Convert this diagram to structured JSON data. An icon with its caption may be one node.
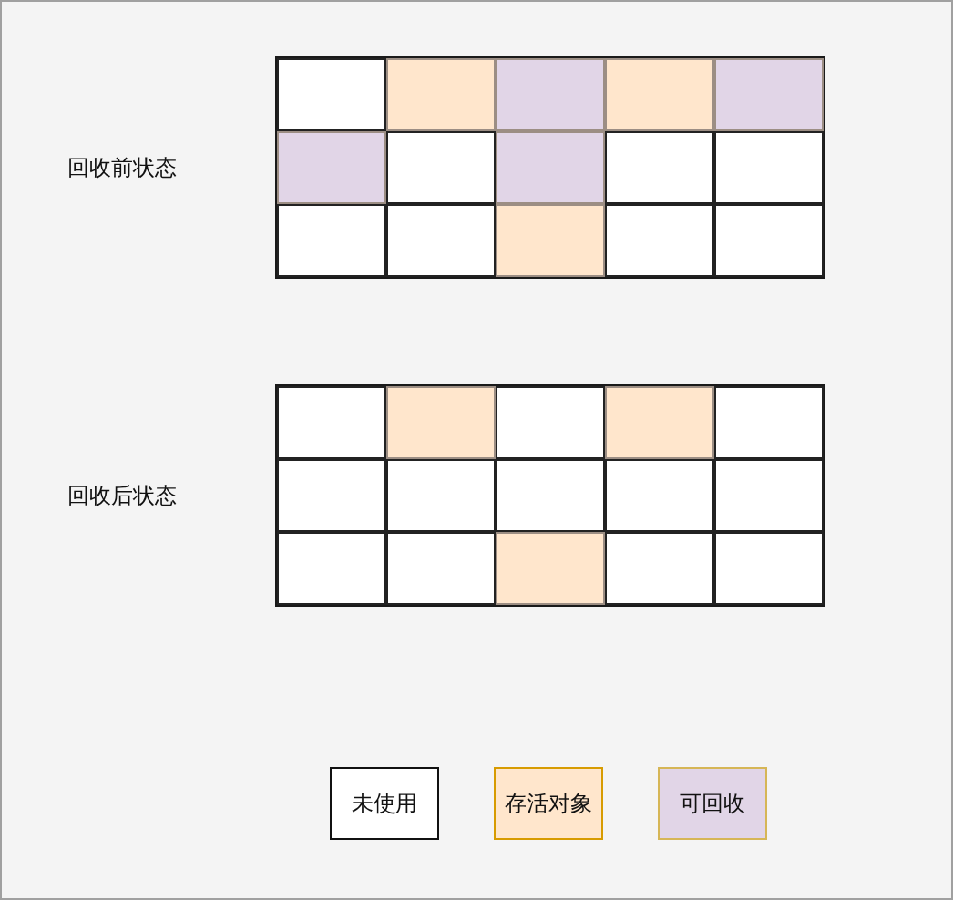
{
  "diagram": {
    "nodes": [
      {
        "text": [
          "回收前状态"
        ]
      },
      {
        "text": [],
        "shape": "box",
        "in": 0
      },
      {
        "text": [],
        "shape": "box",
        "in": 0
      },
      {
        "text": [],
        "shape": "box",
        "in": 0
      },
      {
        "text": [],
        "shape": "box",
        "in": 0
      },
      {
        "text": [],
        "shape": "box",
        "in": 0
      },
      {
        "text": [],
        "shape": "box",
        "in": 0
      },
      {
        "text": [],
        "shape": "box",
        "in": 0
      },
      {
        "text": [],
        "shape": "box",
        "in": 0
      },
      {
        "text": [],
        "shape": "box",
        "in": 0
      },
      {
        "text": [],
        "shape": "box",
        "in": 0
      },
      {
        "text": [],
        "shape": "box",
        "in": 0
      },
      {
        "text": [],
        "shape": "box",
        "in": 0
      },
      {
        "text": [],
        "shape": "box",
        "in": 0
      },
      {
        "text": [],
        "shape": "box",
        "in": 0
      },
      {
        "text": [],
        "shape": "box",
        "in": 0
      },
      {
        "text": [
          "回收后状态"
        ]
      },
      {
        "text": [],
        "shape": "box",
        "in": 16
      },
      {
        "text": [],
        "shape": "box",
        "in": 16
      },
      {
        "text": [],
        "shape": "box",
        "in": 16
      },
      {
        "text": [],
        "shape": "box",
        "in": 16
      },
      {
        "text": [],
        "shape": "box",
        "in": 16
      },
      {
        "text": [],
        "shape": "box",
        "in": 16
      },
      {
        "text": [],
        "shape": "box",
        "in": 16
      },
      {
        "text": [],
        "shape": "box",
        "in": 16
      },
      {
        "text": [],
        "shape": "box",
        "in": 16
      },
      {
        "text": [],
        "shape": "box",
        "in": 16
      },
      {
        "text": [],
        "shape": "box",
        "in": 16
      },
      {
        "text": [],
        "shape": "box",
        "in": 16
      },
      {
        "text": [],
        "shape": "box",
        "in": 16
      },
      {
        "text": [],
        "shape": "box",
        "in": 16
      },
      {
        "text": [],
        "shape": "box",
        "in": 16
      }
    ],
    "legend": [
      {
        "text": "未使用",
        "color": "#ffffff"
      },
      {
        "text": "存活对象",
        "color": "#ffe6cc"
      },
      {
        "text": "可回收",
        "color": "#e1d5e7"
      }
    ]
  }
}
